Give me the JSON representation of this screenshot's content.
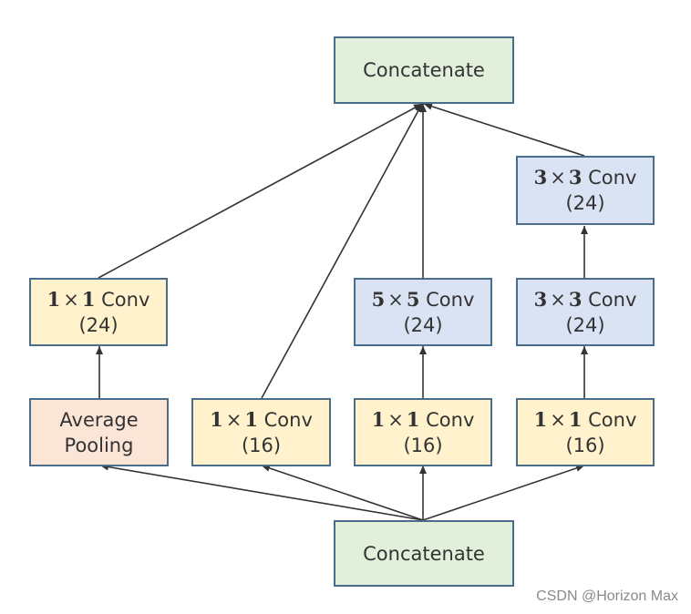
{
  "nodes": {
    "concat_top": {
      "label": "Concatenate"
    },
    "concat_bottom": {
      "label": "Concatenate"
    },
    "avg_pool": {
      "label_1": "Average",
      "label_2": "Pooling"
    },
    "pool_conv": {
      "a": "1",
      "times": "×",
      "b": "1",
      "op": "Conv",
      "channels": "(24)"
    },
    "conv1x1_b1": {
      "a": "1",
      "times": "×",
      "b": "1",
      "op": "Conv",
      "channels": "(16)"
    },
    "conv1x1_b2": {
      "a": "1",
      "times": "×",
      "b": "1",
      "op": "Conv",
      "channels": "(16)"
    },
    "conv5x5": {
      "a": "5",
      "times": "×",
      "b": "5",
      "op": "Conv",
      "channels": "(24)"
    },
    "conv1x1_b3": {
      "a": "1",
      "times": "×",
      "b": "1",
      "op": "Conv",
      "channels": "(16)"
    },
    "conv3x3_1": {
      "a": "3",
      "times": "×",
      "b": "3",
      "op": "Conv",
      "channels": "(24)"
    },
    "conv3x3_2": {
      "a": "3",
      "times": "×",
      "b": "3",
      "op": "Conv",
      "channels": "(24)"
    }
  },
  "colors": {
    "green": "#e2efda",
    "yellow": "#fff2cc",
    "blue": "#dae3f3",
    "peach": "#fbe5d6",
    "border": "#4a6d8c",
    "edge": "#333333"
  },
  "watermark": "CSDN @Horizon Max"
}
